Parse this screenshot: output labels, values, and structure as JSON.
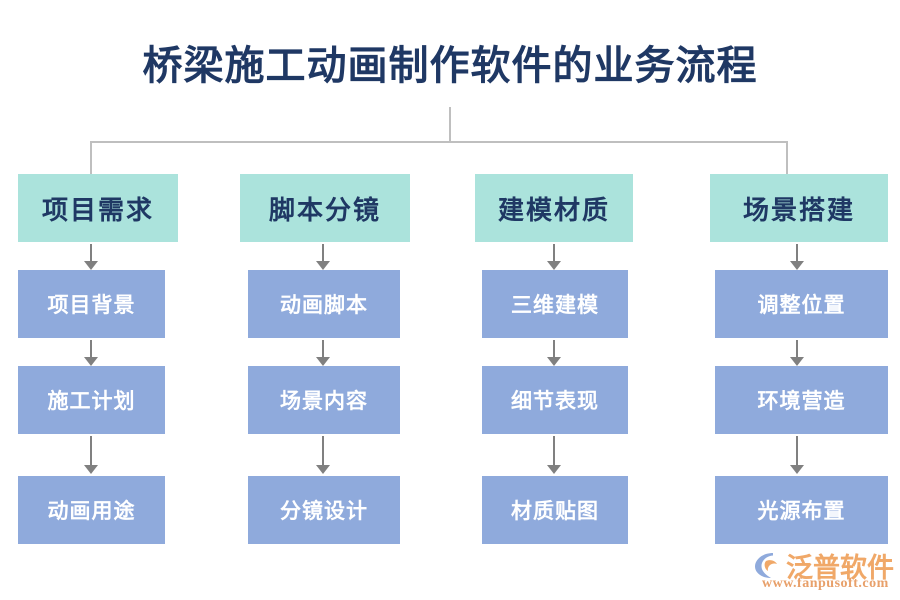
{
  "title": "桥梁施工动画制作软件的业务流程",
  "colors": {
    "title_text": "#1F3864",
    "header_box_bg": "#ABE3DC",
    "header_box_text": "#1F3864",
    "step_box_bg": "#8FAADC",
    "step_box_text": "#FFFFFF",
    "connector_line": "#BFBFBF",
    "arrow": "#808080",
    "logo_orange": "#F0A868",
    "logo_blue": "#8FAADC",
    "background": "#FFFFFF"
  },
  "columns": [
    {
      "header": "项目需求",
      "steps": [
        "项目背景",
        "施工计划",
        "动画用途"
      ]
    },
    {
      "header": "脚本分镜",
      "steps": [
        "动画脚本",
        "场景内容",
        "分镜设计"
      ]
    },
    {
      "header": "建模材质",
      "steps": [
        "三维建模",
        "细节表现",
        "材质贴图"
      ]
    },
    {
      "header": "场景搭建",
      "steps": [
        "调整位置",
        "环境营造",
        "光源布置"
      ]
    }
  ],
  "logo": {
    "name": "泛普软件",
    "url": "www.fanpusoft.com"
  }
}
